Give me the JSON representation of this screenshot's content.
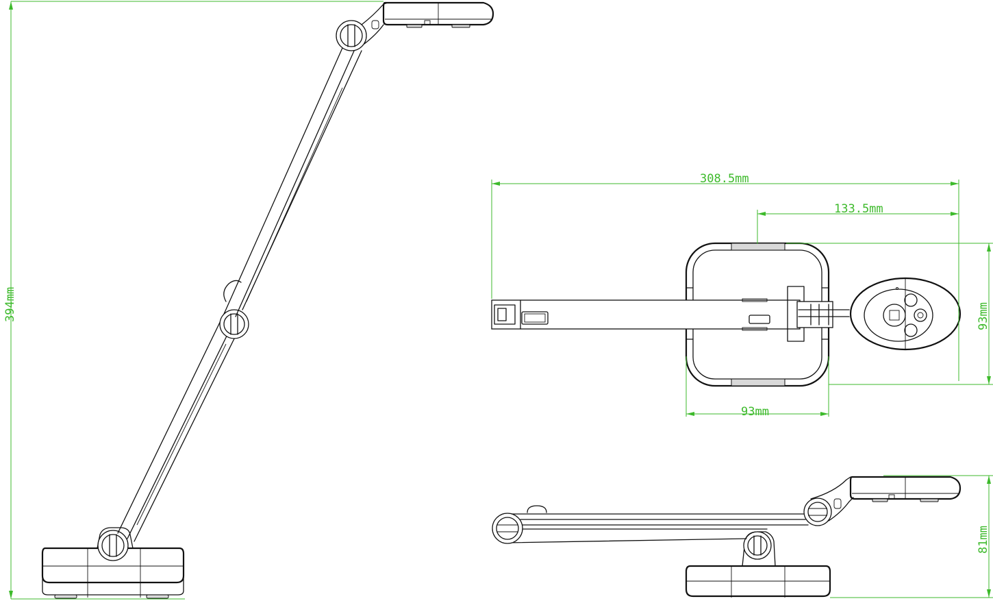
{
  "dimensions": {
    "height_total": "394mm",
    "top_length_total": "308.5mm",
    "top_head_offset": "133.5mm",
    "top_head_depth": "93mm",
    "top_base_width": "93mm",
    "folded_height": "81mm"
  },
  "colors": {
    "dimension": "#3dba2b",
    "outline": "#111111",
    "background": "#ffffff"
  }
}
